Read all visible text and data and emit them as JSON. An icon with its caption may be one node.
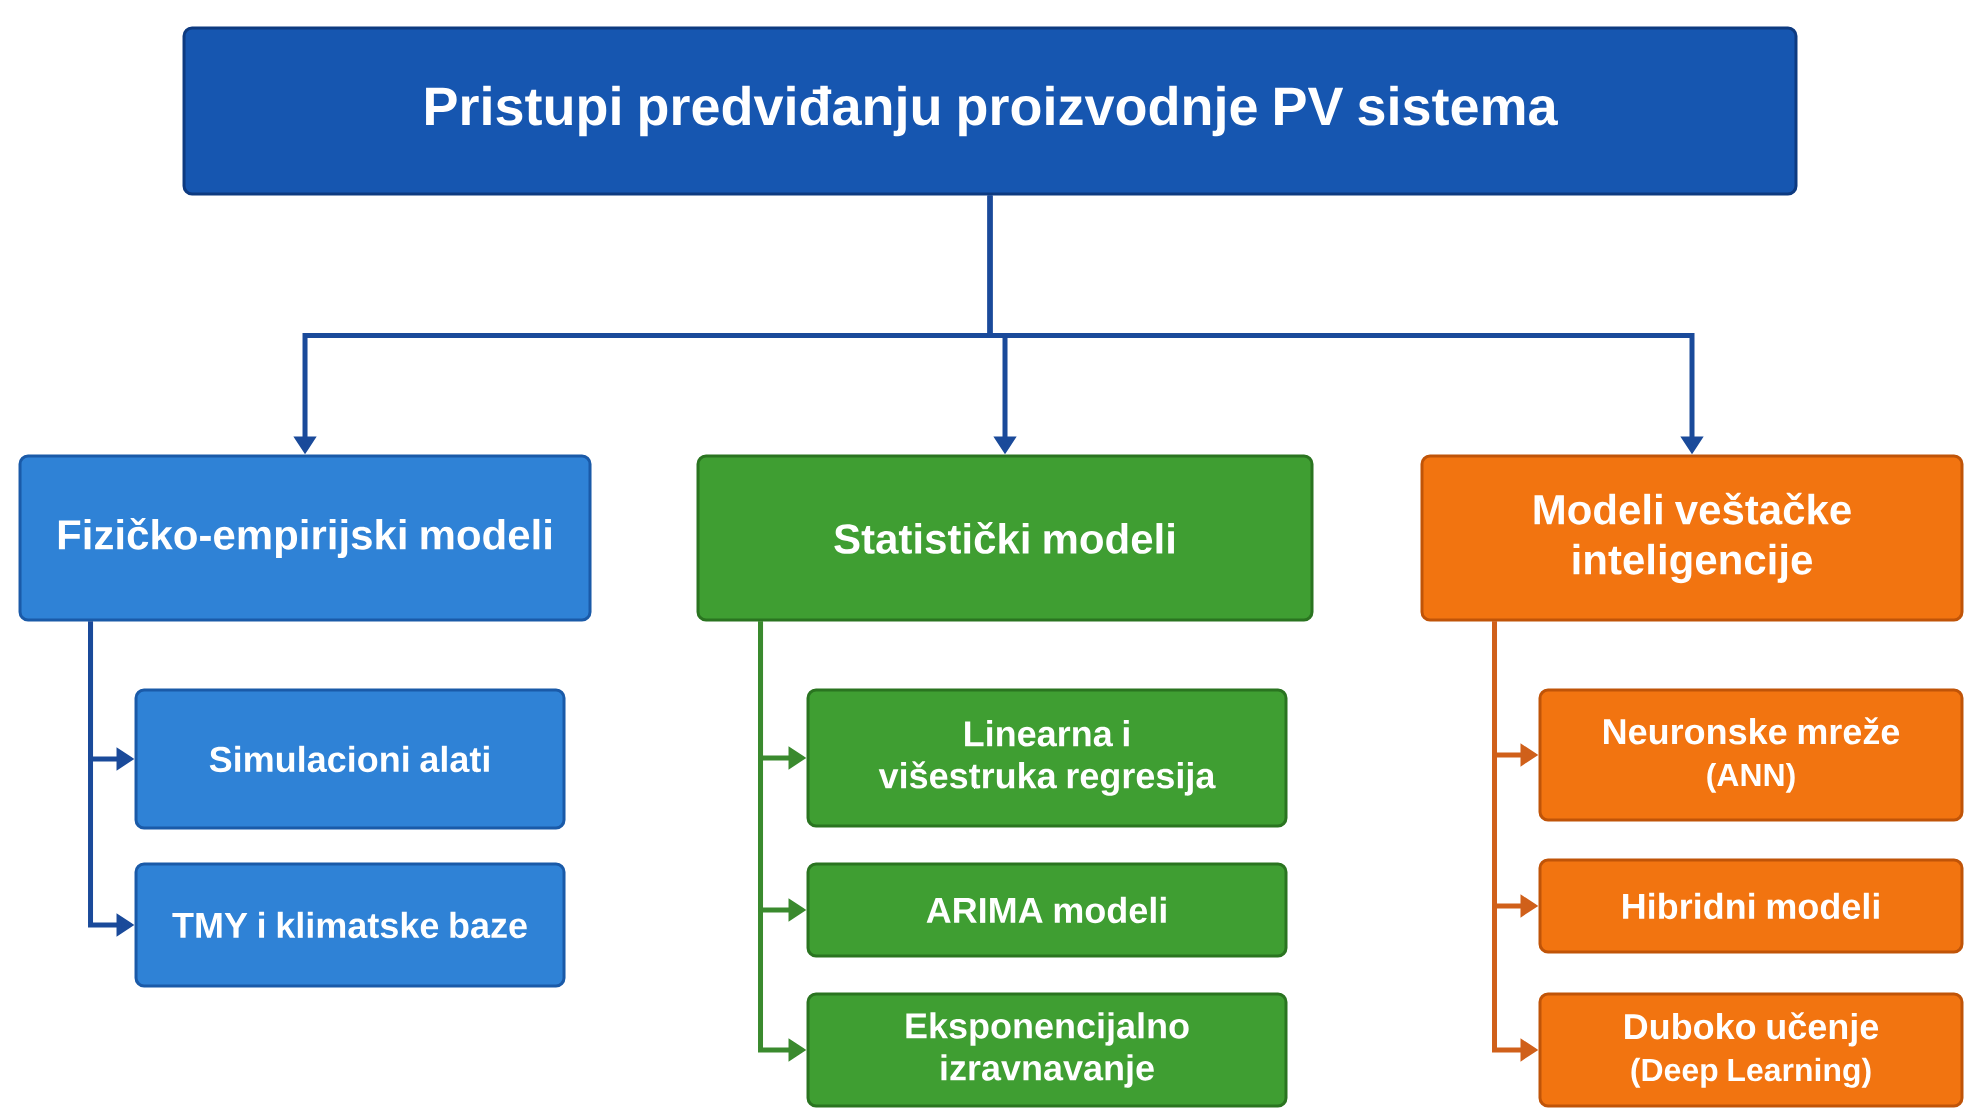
{
  "diagram": {
    "nodes": [
      {
        "text": [
          "Pristupi predviđanju proizvodnje PV sistema"
        ]
      },
      {
        "text": [
          "Fizičko-empirijski modeli"
        ]
      },
      {
        "text": [
          "Statistički modeli"
        ]
      },
      {
        "text": [
          "Modeli veštačke inteligencije"
        ]
      },
      {
        "text": [
          "Simulacioni alati"
        ]
      },
      {
        "text": [
          "TMY i klimatske baze"
        ]
      },
      {
        "text": [
          "Linearna i višestruka regresija"
        ]
      },
      {
        "text": [
          "ARIMA modeli"
        ]
      },
      {
        "text": [
          "Eksponencijalno izravnavanje"
        ]
      },
      {
        "text": [
          "Neuronske mreže",
          "(ANN)"
        ]
      },
      {
        "text": [
          "Hibridni modeli"
        ]
      },
      {
        "text": [
          "Duboko učenje",
          "(Deep Learning)"
        ]
      }
    ],
    "edges": [
      {
        "from": 0,
        "to": 1,
        "arrow": "to"
      },
      {
        "from": 0,
        "to": 2,
        "arrow": "to"
      },
      {
        "from": 0,
        "to": 3,
        "arrow": "to"
      },
      {
        "from": 1,
        "to": 4,
        "arrow": "to"
      },
      {
        "from": 1,
        "to": 5,
        "arrow": "to"
      },
      {
        "from": 2,
        "to": 6,
        "arrow": "to",
        "color": "#3a8a2e"
      },
      {
        "from": 2,
        "to": 7,
        "arrow": "to",
        "color": "#3a8a2e"
      },
      {
        "from": 2,
        "to": 8,
        "arrow": "to",
        "color": "#3a8a2e"
      },
      {
        "from": 3,
        "to": 9,
        "arrow": "to",
        "color": "#d0601a"
      },
      {
        "from": 3,
        "to": 10,
        "arrow": "to",
        "color": "#d0601a"
      },
      {
        "from": 3,
        "to": 11,
        "arrow": "to",
        "color": "#d0601a"
      }
    ]
  }
}
